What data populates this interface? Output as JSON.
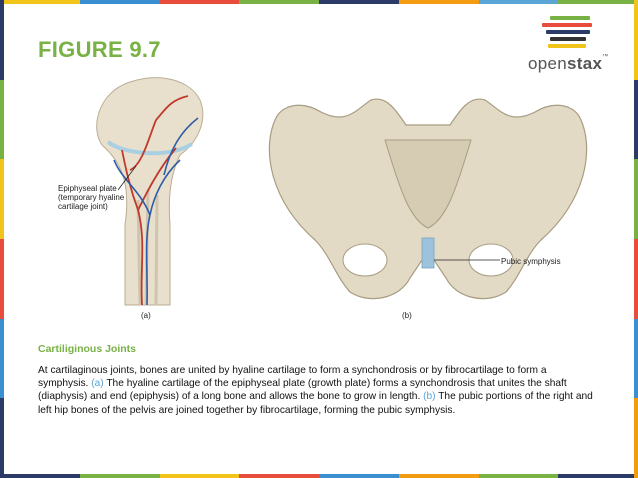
{
  "slide": {
    "title": "FIGURE 9.7",
    "colors": {
      "title": "#78b144",
      "accent_link": "#5aa5d6",
      "stripe": [
        "#f0c419",
        "#3a8fd0",
        "#e74c3c",
        "#78b144",
        "#2b3a67",
        "#f39c12",
        "#5aa5d6"
      ]
    }
  },
  "logo": {
    "text_light": "open",
    "text_bold": "stax",
    "trademark": "™",
    "bar_colors": [
      "#78b144",
      "#e74c3c",
      "#2b3a67",
      "#333333",
      "#f0c419"
    ]
  },
  "figure": {
    "label_a": "Epiphyseal plate (temporary hyaline cartilage joint)",
    "label_pubic": "Pubic symphysis",
    "caption_a": "(a)",
    "caption_b": "(b)"
  },
  "section": {
    "heading": "Cartiliginous Joints",
    "caption_text_1": "At cartilaginous joints, bones are united by hyaline cartilage to form a synchondrosis or by fibrocartilage to form a symphysis. ",
    "caption_link_a": "(a)",
    "caption_text_2": " The hyaline cartilage of the epiphyseal plate (growth plate) forms a synchondrosis that unites the shaft (diaphysis) and end (epiphysis) of a long bone and allows the bone to grow in length. ",
    "caption_link_b": "(b)",
    "caption_text_3": " The pubic portions of the right and left hip bones of the pelvis are joined together by fibrocartilage, forming the pubic symphysis."
  }
}
